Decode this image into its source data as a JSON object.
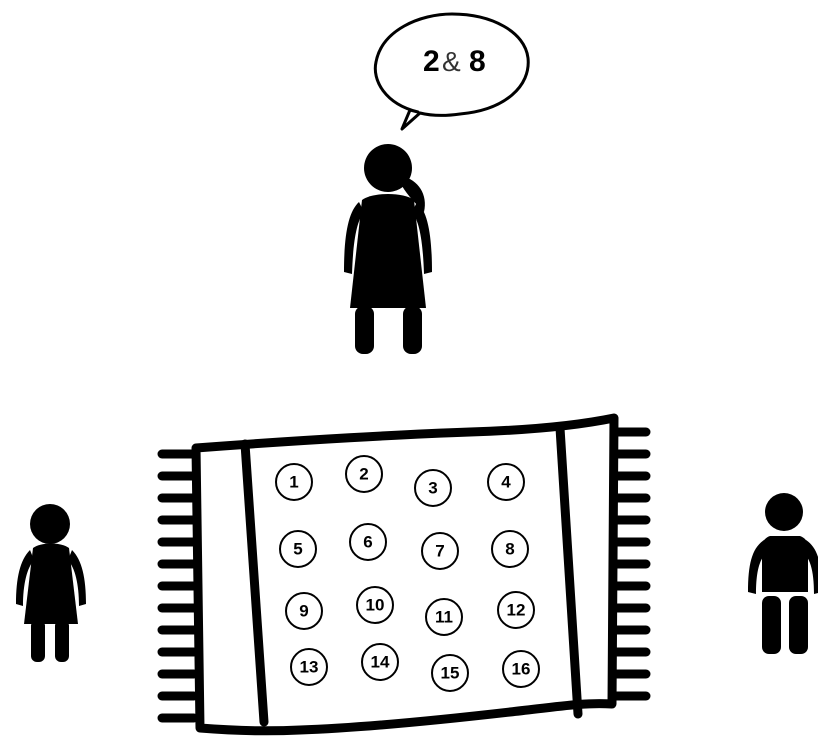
{
  "speech_bubble": {
    "first_number": "2",
    "connector": "&",
    "second_number": "8"
  },
  "rug": {
    "circles": [
      "1",
      "2",
      "3",
      "4",
      "5",
      "6",
      "7",
      "8",
      "9",
      "10",
      "11",
      "12",
      "13",
      "14",
      "15",
      "16"
    ]
  },
  "colors": {
    "ink": "#000000",
    "background": "#ffffff"
  }
}
